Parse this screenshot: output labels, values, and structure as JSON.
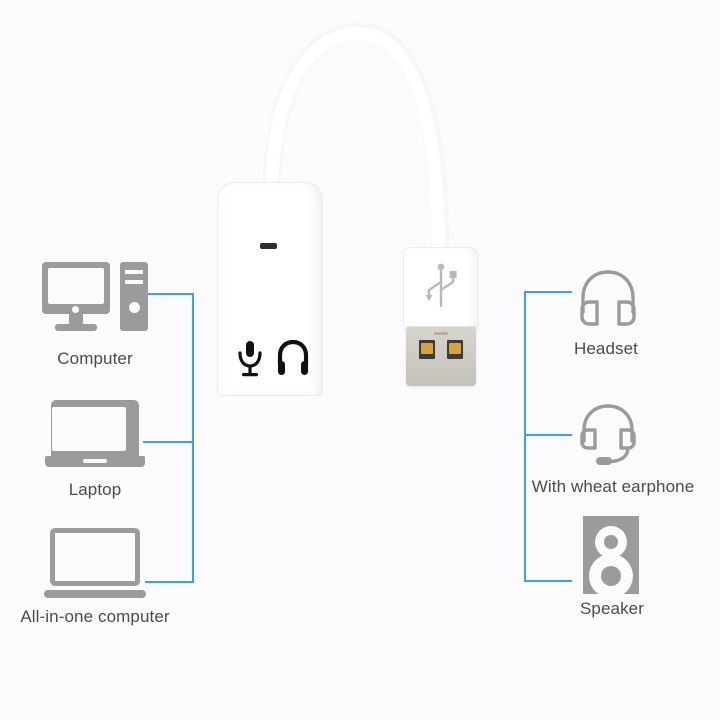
{
  "page": {
    "title": "USB sound card adapter compatibility diagram",
    "background_color": "#fbfbfd",
    "accent_color": "#3aa0f5",
    "icon_color": "#9b9b9b",
    "label_color": "#4b4b4f"
  },
  "left_devices": [
    {
      "label": "Computer",
      "icon": "desktop-computer-icon"
    },
    {
      "label": "Laptop",
      "icon": "laptop-icon"
    },
    {
      "label": "All-in-one computer",
      "icon": "all-in-one-computer-icon"
    }
  ],
  "right_devices": [
    {
      "label": "Headset",
      "icon": "headphones-icon"
    },
    {
      "label": "With wheat earphone",
      "icon": "headset-with-microphone-icon"
    },
    {
      "label": "Speaker",
      "icon": "speaker-icon"
    }
  ],
  "product": {
    "name": "usb-audio-adapter",
    "cable": "white-usb-cable",
    "led": "status-led-indicator",
    "ports": [
      {
        "name": "microphone-port",
        "icon": "microphone-icon"
      },
      {
        "name": "headphone-port",
        "icon": "headphone-icon"
      }
    ],
    "connector": {
      "name": "usb-a-connector",
      "icon": "usb-trident-icon"
    }
  },
  "connectors": {
    "left_bracket": "input-devices-bracket",
    "right_bracket": "output-devices-bracket"
  }
}
